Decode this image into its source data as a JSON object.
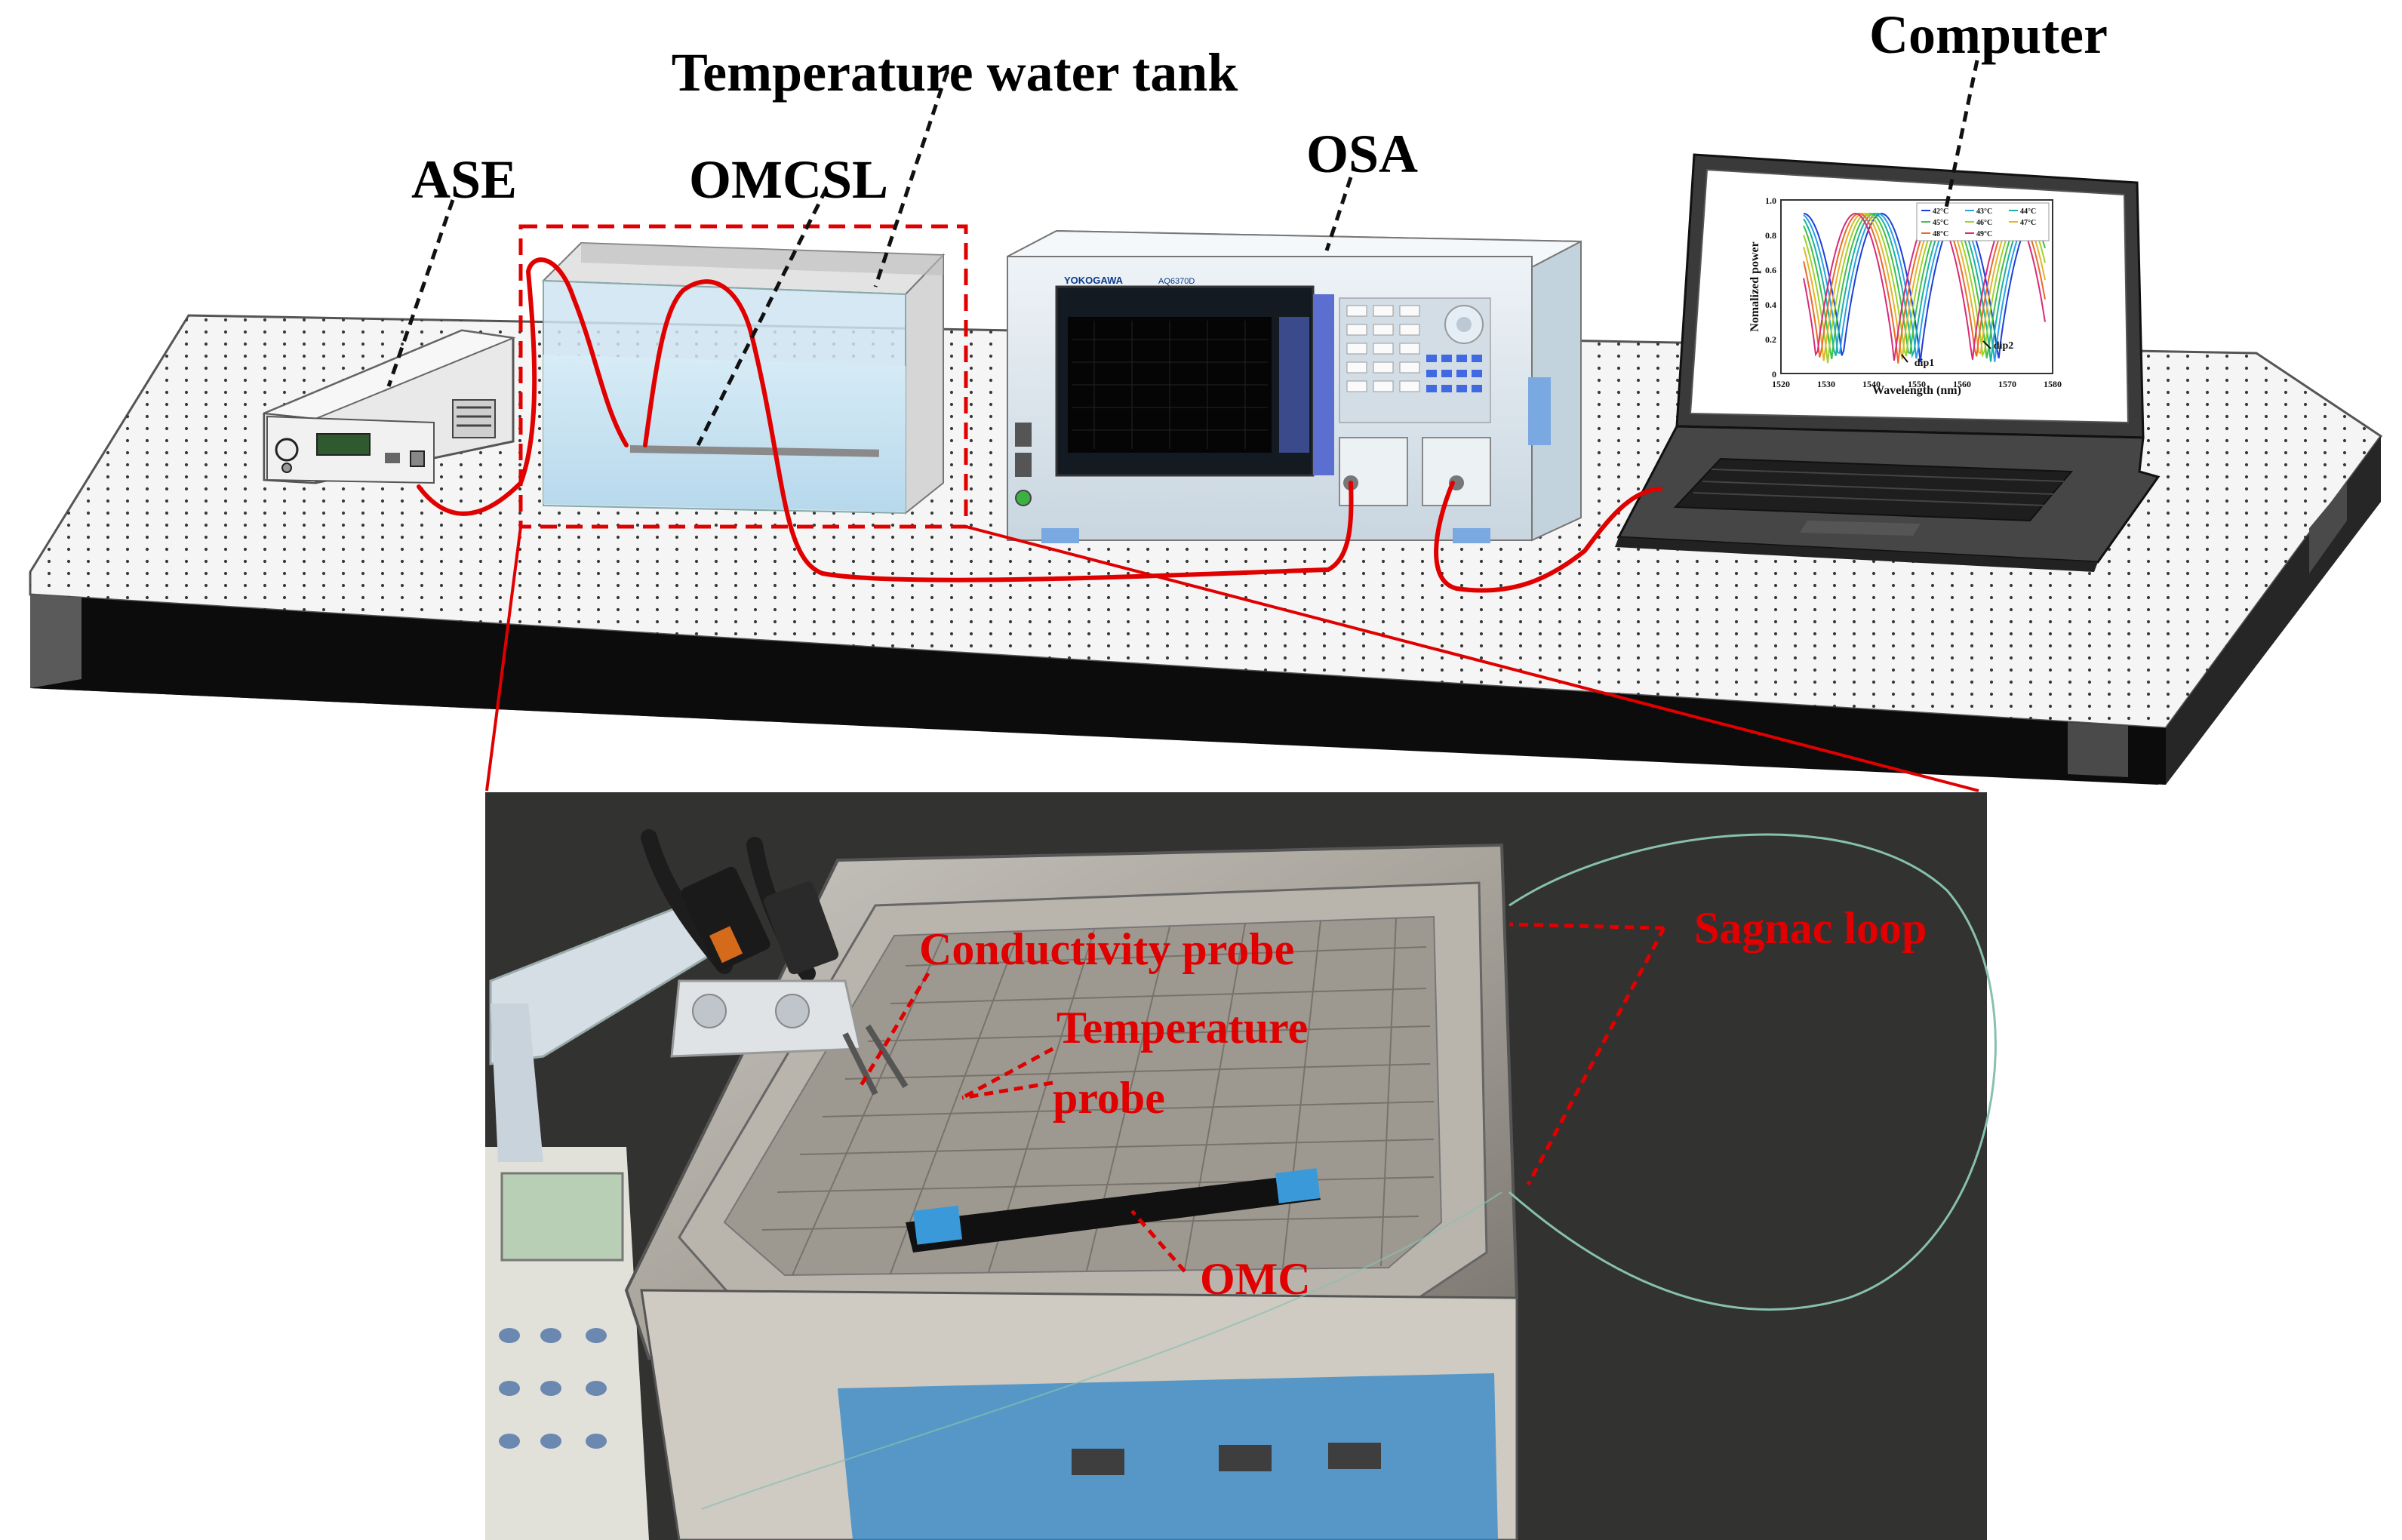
{
  "labels": {
    "ase": "ASE",
    "water_tank": "Temperature water tank",
    "omcsl": "OMCSL",
    "osa": "OSA",
    "computer": "Computer"
  },
  "osa_brand": {
    "brand": "YOKOGAWA",
    "model": "AQ6370D"
  },
  "photo_labels": {
    "conductivity_probe": "Conductivity probe",
    "temperature_probe_line1": "Temperature",
    "temperature_probe_line2": "probe",
    "sagnac_loop": "Sagnac loop",
    "omc": "OMC"
  },
  "screen_chart": {
    "ylabel": "Nomalized power",
    "xlabel": "Wavelength (nm)",
    "xticks": [
      "1520",
      "1530",
      "1540",
      "1550",
      "1560",
      "1570",
      "1580"
    ],
    "yticks": [
      "0",
      "0.2",
      "0.4",
      "0.6",
      "0.8",
      "1.0"
    ],
    "legend": [
      "42°C",
      "43°C",
      "44°C",
      "45°C",
      "46°C",
      "47°C",
      "48°C",
      "49°C"
    ],
    "annotations": [
      "dip1",
      "dip2"
    ],
    "series_colors": [
      "#1f3fd8",
      "#2aa0e8",
      "#19b2a0",
      "#3cc04a",
      "#9fd22c",
      "#e6b42a",
      "#ea6a2a",
      "#d82a7a"
    ]
  },
  "colors": {
    "accent_red": "#e00000",
    "table_top": "#f4f4f4",
    "table_side": "#111111"
  }
}
